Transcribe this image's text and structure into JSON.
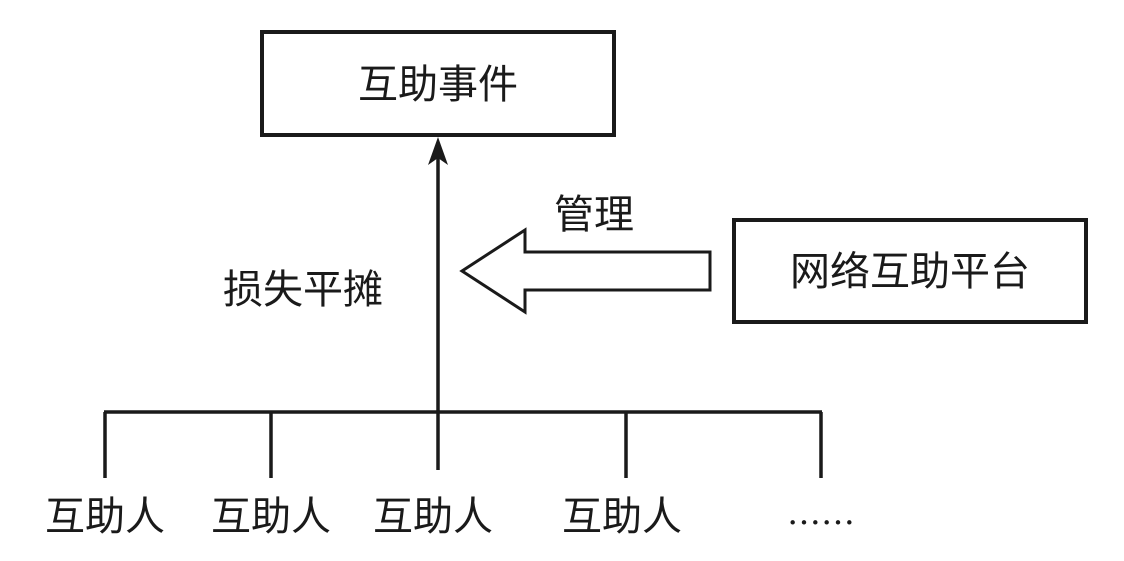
{
  "diagram": {
    "top_box": {
      "label": "互助事件"
    },
    "platform_box": {
      "label": "网络互助平台"
    },
    "edges": {
      "loss_sharing": "损失平摊",
      "management": "管理"
    },
    "participants": [
      {
        "label": "互助人"
      },
      {
        "label": "互助人"
      },
      {
        "label": "互助人"
      },
      {
        "label": "互助人"
      },
      {
        "label": "……"
      }
    ]
  }
}
